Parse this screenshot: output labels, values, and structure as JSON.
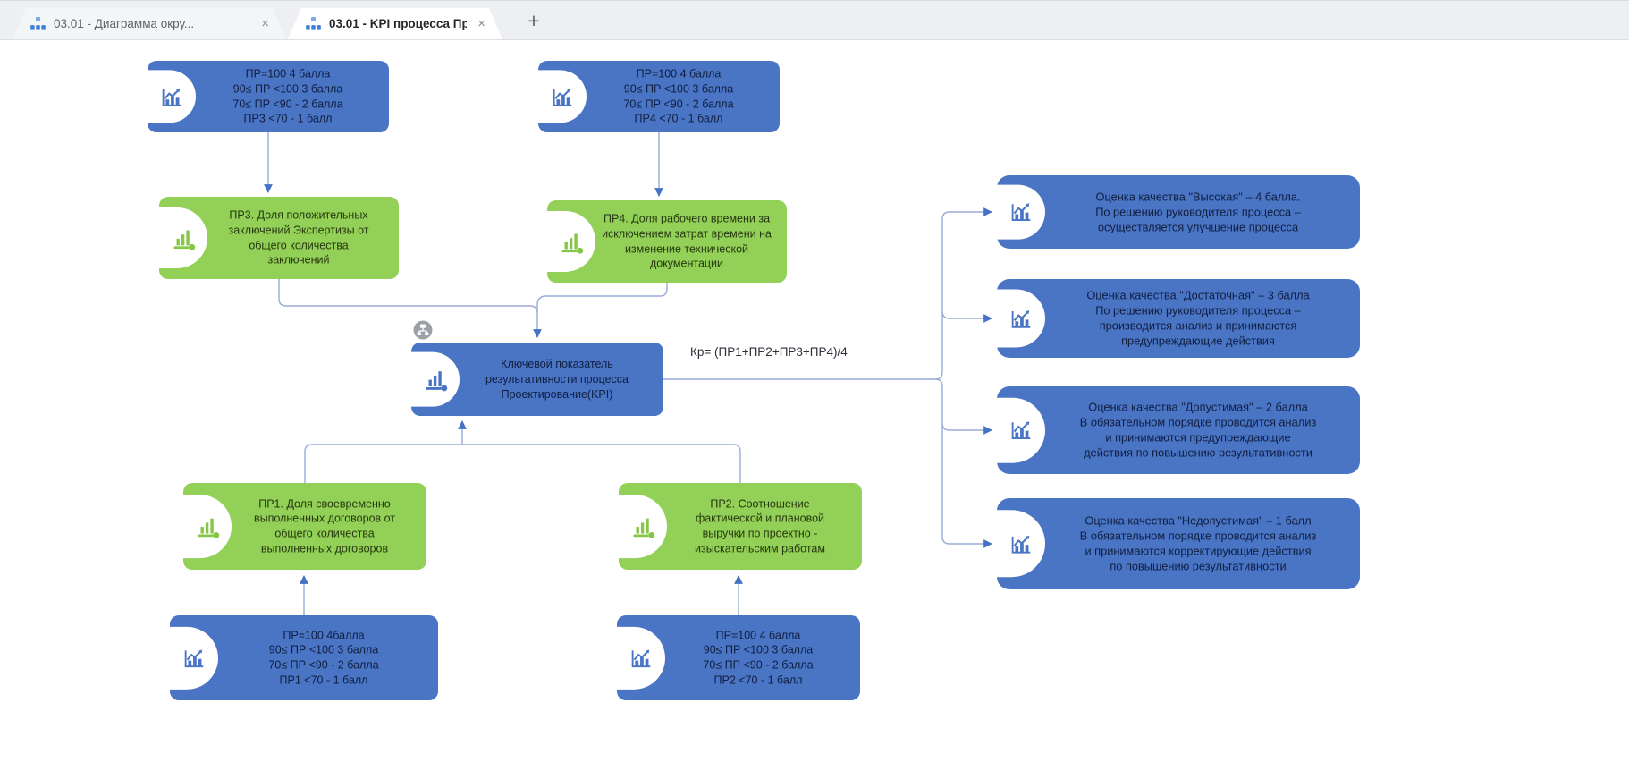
{
  "tab_bar": {
    "tabs": [
      {
        "label": "03.01 - Диаграмма окру...",
        "icon": "diagram-tree-icon",
        "close_label": "×",
        "active": false
      },
      {
        "label": "03.01 - KPI процесса Пр...",
        "icon": "diagram-tree-icon",
        "close_label": "×",
        "active": true
      }
    ],
    "new_tab_label": "+"
  },
  "diagram": {
    "formula": "Кр= (ПР1+ПР2+ПР3+ПР4)/4",
    "nodes": {
      "scale_pr3": {
        "icon": "line-chart-icon",
        "text": "ПР=100 4 балла\n90≤ ПР <100 3 балла\n70≤ ПР <90 - 2 балла\nПР3 <70 - 1 балл"
      },
      "scale_pr4": {
        "icon": "line-chart-icon",
        "text": "ПР=100 4 балла\n90≤ ПР <100 3 балла\n70≤ ПР <90 - 2 балла\nПР4 <70 - 1 балл"
      },
      "pr3": {
        "icon": "bar-chart-icon",
        "text": "ПР3. Доля положительных\nзаключений Экспертизы от\nобщего количества\nзаключений"
      },
      "pr4": {
        "icon": "bar-chart-icon",
        "text": "ПР4. Доля рабочего времени за\nисключением затрат времени на\nизменение технической\nдокументации"
      },
      "kpi": {
        "icon": "bar-chart-icon",
        "badge": "decomposition-badge",
        "text": "Ключевой показатель\nрезультативности процесса\nПроектирование(KPI)"
      },
      "pr1": {
        "icon": "bar-chart-icon",
        "text": "ПР1. Доля своевременно\nвыполненных договоров от\nобщего количества\nвыполненных договоров"
      },
      "pr2": {
        "icon": "bar-chart-icon",
        "text": "ПР2. Соотношение\nфактической и плановой\nвыручки по проектно -\nизыскательским работам"
      },
      "scale_pr1": {
        "icon": "line-chart-icon",
        "text": "ПР=100 4балла\n90≤ ПР <100 3 балла\n70≤ ПР <90 - 2 балла\nПР1 <70 - 1 балл"
      },
      "scale_pr2": {
        "icon": "line-chart-icon",
        "text": "ПР=100 4 балла\n90≤ ПР <100 3 балла\n70≤ ПР <90 - 2 балла\nПР2 <70 - 1 балл"
      },
      "quality_high": {
        "icon": "line-chart-icon",
        "text": "Оценка качества \"Высокая\" – 4 балла.\nПо решению руководителя процесса –\nосуществляется улучшение процесса"
      },
      "quality_sufficient": {
        "icon": "line-chart-icon",
        "text": "Оценка качества \"Достаточная\" – 3 балла\nПо решению руководителя процесса –\nпроизводится анализ и принимаются\nпредупреждающие действия"
      },
      "quality_acceptable": {
        "icon": "line-chart-icon",
        "text": "Оценка качества \"Допустимая\" – 2 балла\nВ обязательном порядке проводится анализ\nи принимаются предупреждающие\nдействия по повышению результативности"
      },
      "quality_unacceptable": {
        "icon": "line-chart-icon",
        "text": "Оценка качества \"Недопустимая\" – 1 балл\nВ обязательном порядке проводится анализ\nи принимаются корректирующие действия\nпо повышению результативности"
      }
    },
    "colors": {
      "kpi_blue": "#4a74c4",
      "indicator_green": "#92d057",
      "connector_line": "#9aabd8",
      "arrowhead": "#4472c4",
      "tab_icon_blue": "#3f7fd8"
    }
  }
}
